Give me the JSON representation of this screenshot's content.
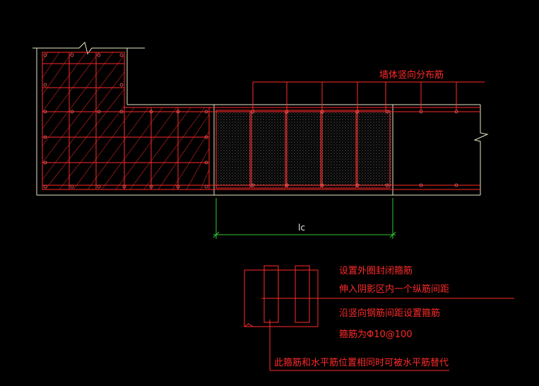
{
  "colors": {
    "background": "#000000",
    "rebar": "#ff2a2a",
    "outline": "#e8e8c8",
    "dimension": "#34c834",
    "dim_text": "#e8e8e8",
    "bar_dot": "#ff6060"
  },
  "labels": {
    "vertical_distribution_bars": "墙体竖向分布筋",
    "dimension_lc": "lc",
    "note_line1": "设置外圈封闭箍筋",
    "note_line2": "伸入阴影区内一个纵筋间距",
    "note_line3": "沿竖向钢筋间距设置箍筋",
    "note_line4": "箍筋为Φ10@100",
    "note_line5": "此箍筋和水平筋位置相同时可被水平筋替代"
  }
}
